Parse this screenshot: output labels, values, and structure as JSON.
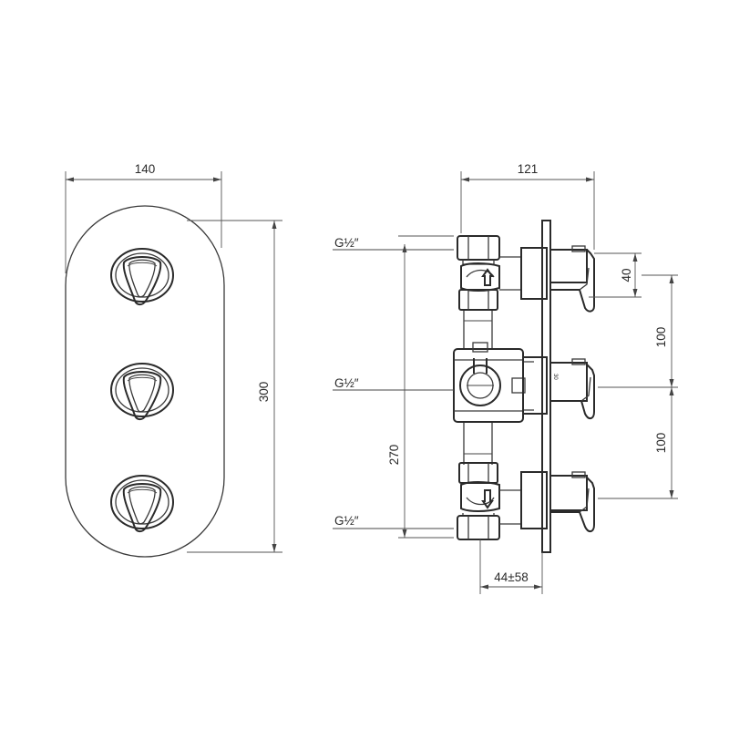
{
  "front_view": {
    "width_label": "140",
    "height_label": "300",
    "knob_count": 3
  },
  "side_view": {
    "depth_label": "121",
    "inlet_spacing_label": "270",
    "lever_height_label": "40",
    "spacing_upper_label": "100",
    "spacing_lower_label": "100",
    "install_depth_label": "44±58",
    "thread_top_label": "G½″",
    "thread_middle_label": "G½″",
    "thread_bottom_label": "G½″",
    "cartridge_mark": "30"
  }
}
